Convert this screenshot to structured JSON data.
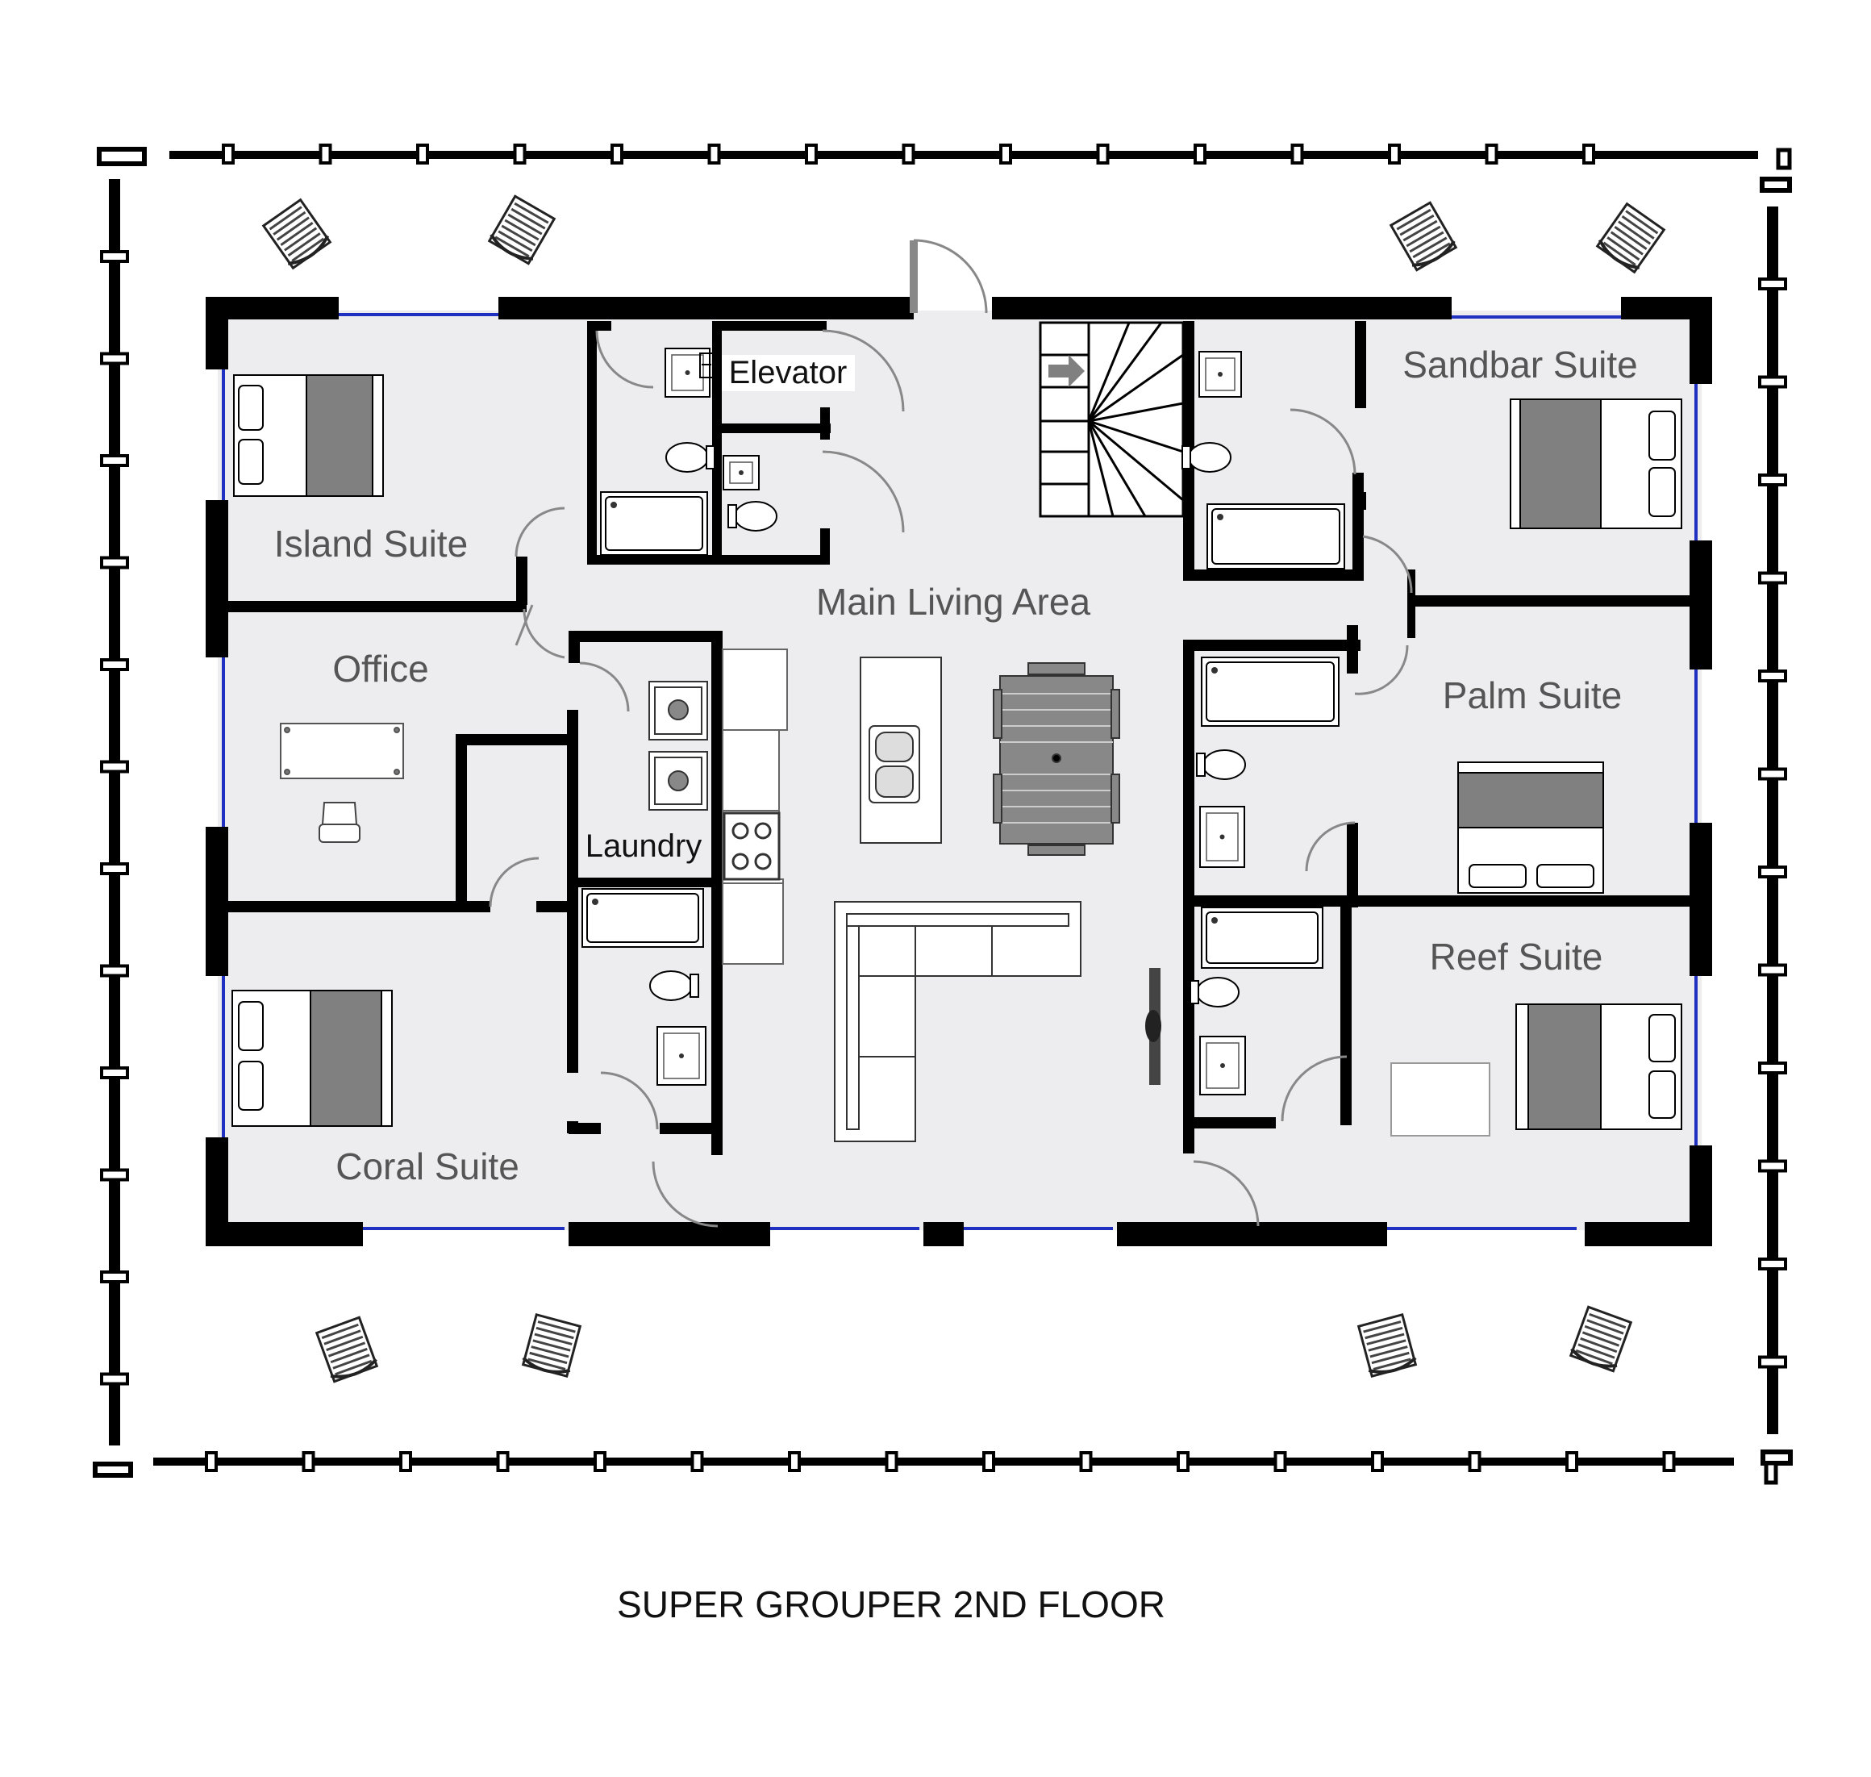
{
  "rooms": {
    "island_suite": "Island Suite",
    "office": "Office",
    "coral_suite": "Coral Suite",
    "elevator": "Elevator",
    "laundry": "Laundry",
    "main_living_area": "Main Living Area",
    "sandbar_suite": "Sandbar Suite",
    "palm_suite": "Palm Suite",
    "reef_suite": "Reef Suite"
  },
  "caption": "SUPER GROUPER 2ND FLOOR",
  "colors": {
    "wall": "#000000",
    "floor": "#ededf0",
    "window": "#2030c0",
    "bed_cover": "#808080",
    "label": "#555555"
  }
}
